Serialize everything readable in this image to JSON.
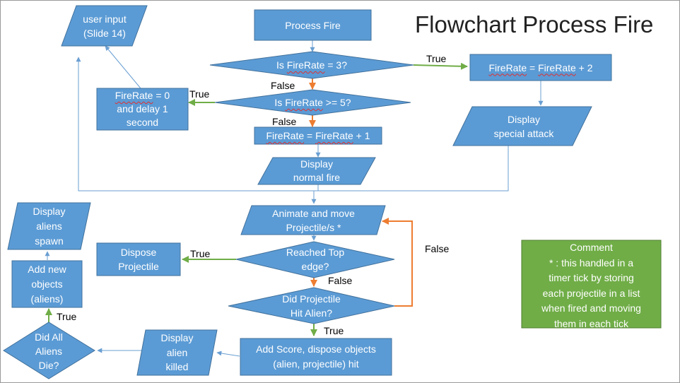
{
  "title": "Flowchart Process Fire",
  "nodes": {
    "process_fire": "Process Fire",
    "is_firerate_3": [
      "Is ",
      "FireRate",
      " = 3?"
    ],
    "is_firerate_5": [
      "Is ",
      "FireRate",
      " >= 5?"
    ],
    "firerate_plus_2": [
      "FireRate",
      " = ",
      "FireRate",
      " + 2"
    ],
    "firerate_plus_1": [
      "FireRate",
      " = ",
      "FireRate",
      " + 1"
    ],
    "firerate_reset": [
      "FireRate",
      " = 0",
      "and delay 1",
      "second"
    ],
    "user_input": [
      "user input",
      "(Slide 14)"
    ],
    "display_special": [
      "Display",
      "special attack"
    ],
    "display_normal": [
      "Display",
      "normal fire"
    ],
    "animate_move": [
      "Animate and move",
      "Projectile/s *"
    ],
    "reached_top": [
      "Reached Top",
      "edge?"
    ],
    "dispose_projectile": [
      "Dispose",
      "Projectile"
    ],
    "hit_alien": [
      "Did Projectile",
      "Hit Alien?"
    ],
    "add_score": [
      "Add Score, dispose objects",
      "(alien, projectile) hit"
    ],
    "display_killed": [
      "Display",
      "alien",
      "killed"
    ],
    "all_aliens_die": [
      "Did All",
      "Aliens",
      "Die?"
    ],
    "add_objects": [
      "Add new",
      "objects",
      "(aliens)"
    ],
    "display_spawn": [
      "Display",
      "aliens",
      "spawn"
    ]
  },
  "edge_labels": {
    "true_firerate3": "True",
    "false_firerate3": "False",
    "true_firerate5": "True",
    "false_firerate5": "False",
    "false_hit": "False",
    "true_reached": "True",
    "false_reached": "False",
    "true_hit": "True",
    "true_aliens": "True"
  },
  "comment": {
    "heading": "Comment",
    "lines": [
      "* : this handled in a",
      "timer tick by storing",
      "each projectile in a list",
      "when fired and moving",
      "them in each tick"
    ]
  },
  "colors": {
    "shape_fill": "#5b9bd5",
    "shape_stroke": "#41719c",
    "comment_fill": "#70ad47",
    "true_arrow": "#70ad47",
    "false_arrow": "#ed7d31",
    "flow_line": "#6a9fd2"
  }
}
